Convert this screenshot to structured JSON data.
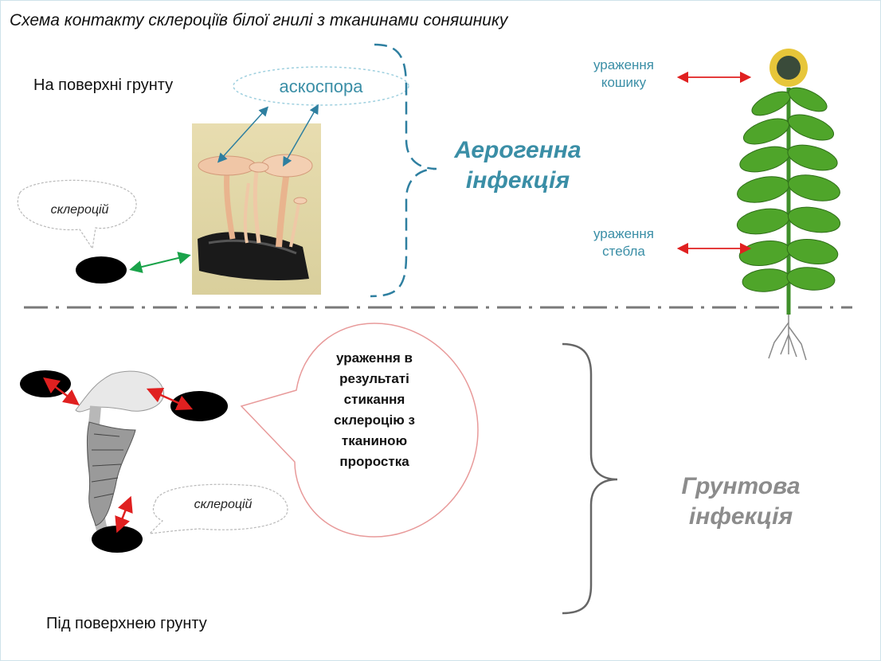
{
  "title": "Схема контакту склероціїв  білої гнилі з тканинами соняшнику",
  "labels": {
    "surface": "На поверхні грунту",
    "under_surface": "Під поверхнею грунту",
    "ascospore": "аскоспора",
    "sclerotium_top": "склероцій",
    "sclerotium_bottom": "склероцій",
    "head_damage_line1": "ураження",
    "head_damage_line2": "кошику",
    "stem_damage_line1": "ураження",
    "stem_damage_line2": "стебла",
    "aerogenic_line1": "Аерогенна",
    "aerogenic_line2": "інфекція",
    "soil_line1": "Грунтова",
    "soil_line2": "інфекція",
    "seedling_bubble": [
      "ураження в",
      "результаті",
      "стикання",
      "склероцію з",
      "тканиною",
      "проростка"
    ]
  },
  "colors": {
    "accent_blue": "#3a8ea6",
    "soil_gray": "#8c8c8c",
    "arrow_red": "#e02020",
    "arrow_green": "#1aa34a",
    "bubble_border": "#e89a9a"
  },
  "icons": [
    "mushroom-apothecia-image",
    "sunflower-plant-image",
    "seedling-image",
    "sclerotium-shape"
  ]
}
